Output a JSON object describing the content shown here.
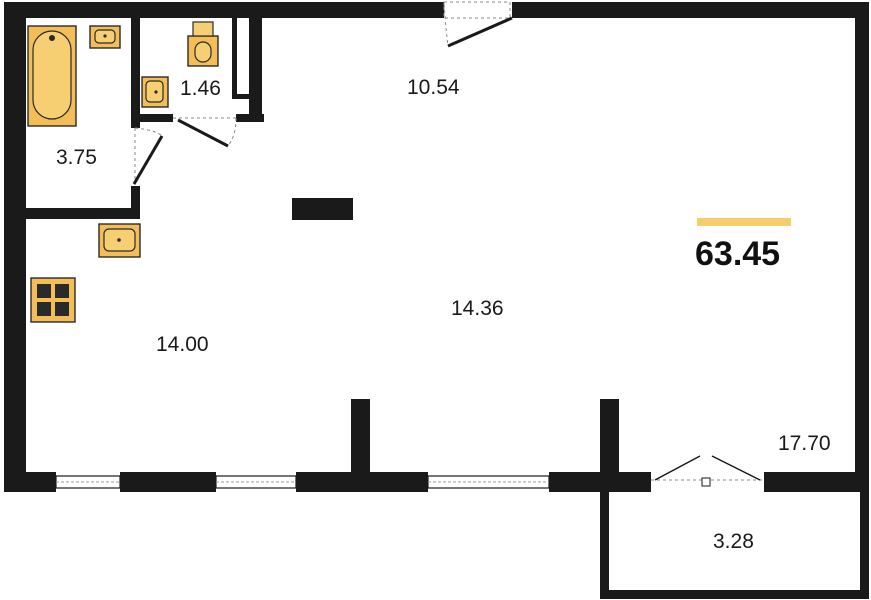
{
  "colors": {
    "wall": "#1a1a1a",
    "fixture": "#f3be57",
    "accent_bar": "#f5cd6b",
    "background": "#ffffff"
  },
  "total_area": "63.45",
  "rooms": {
    "bathroom": "3.75",
    "toilet": "1.46",
    "hall": "10.54",
    "kitchen": "14.00",
    "living": "14.36",
    "room": "17.70",
    "balcony": "3.28"
  },
  "fixtures": [
    "bathtub-icon",
    "sink-icon",
    "toilet-icon",
    "stove-icon"
  ]
}
